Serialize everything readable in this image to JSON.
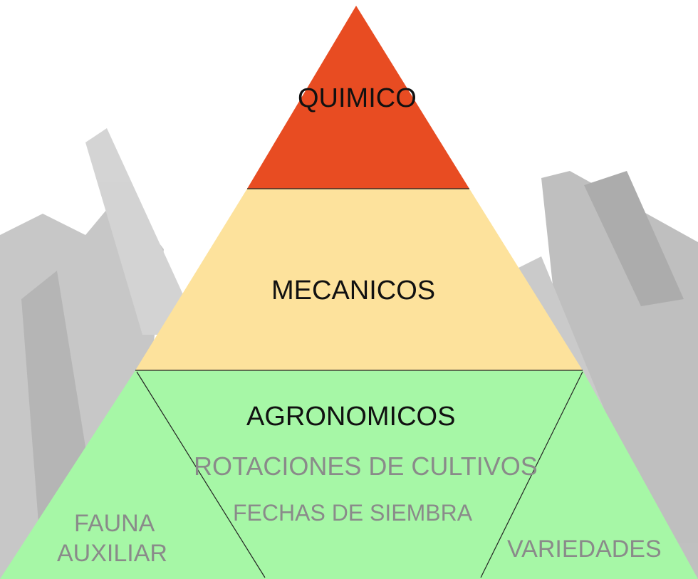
{
  "pyramid": {
    "top": {
      "label": "QUIMICO",
      "color": "#e84c22"
    },
    "middle": {
      "label": "MECANICOS",
      "color": "#fde29c"
    },
    "base": {
      "label": "AGRONOMICOS",
      "color": "#a6f7a6",
      "items": [
        "ROTACIONES DE CULTIVOS",
        "FECHAS DE SIEMBRA"
      ],
      "left_corner": {
        "line1": "FAUNA",
        "line2": "AUXILIAR"
      },
      "right_corner": "VARIEDADES"
    }
  }
}
